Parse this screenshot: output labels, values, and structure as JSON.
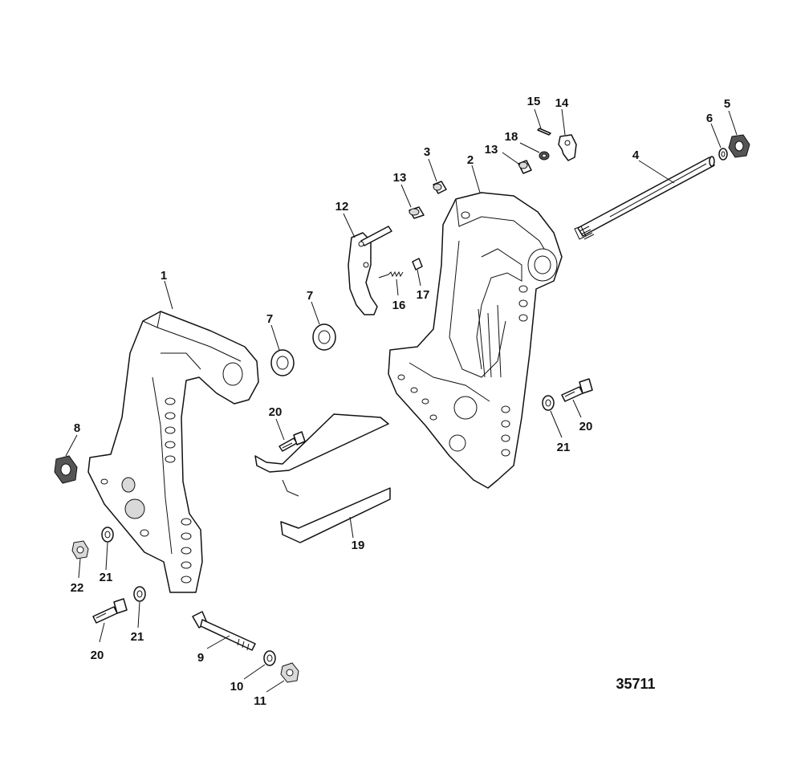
{
  "labels": {
    "p1": "1",
    "p2": "2",
    "p3": "3",
    "p4": "4",
    "p5": "5",
    "p6": "6",
    "p7a": "7",
    "p7b": "7",
    "p8": "8",
    "p9": "9",
    "p10": "10",
    "p11": "11",
    "p12": "12",
    "p13a": "13",
    "p13b": "13",
    "p14": "14",
    "p15": "15",
    "p16": "16",
    "p17": "17",
    "p18": "18",
    "p19": "19",
    "p20a": "20",
    "p20b": "20",
    "p20c": "20",
    "p21a": "21",
    "p21b": "21",
    "p21c": "21",
    "p22": "22"
  },
  "figure_number": "35711"
}
